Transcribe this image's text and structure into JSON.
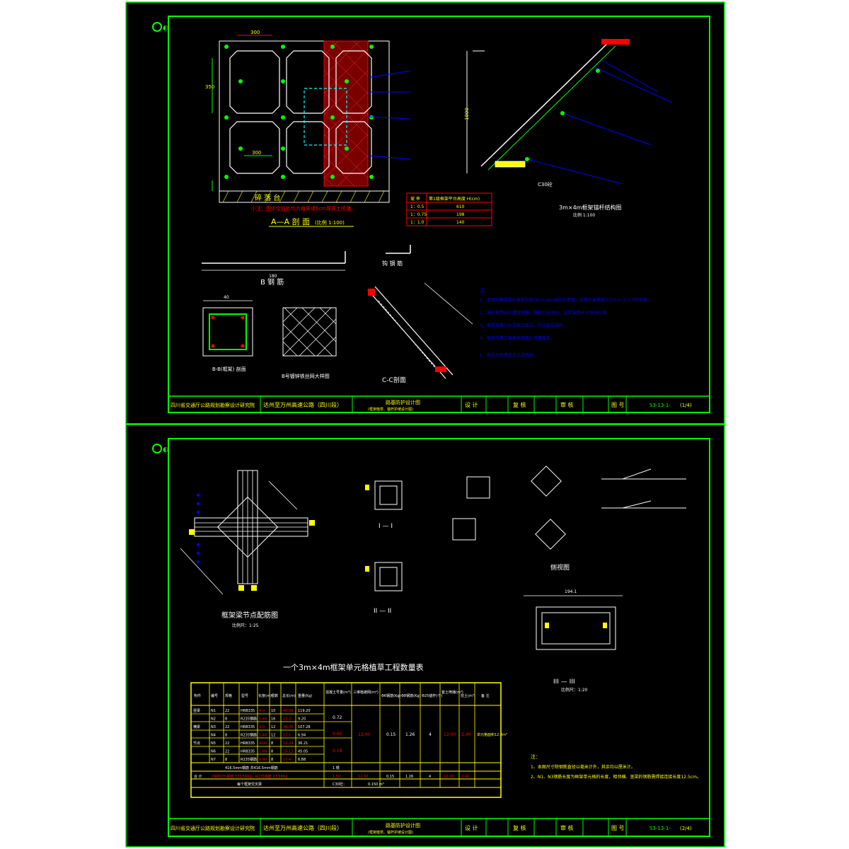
{
  "sheets": [
    {
      "title_block": {
        "org": "四川省交通厅公路规划勘察设计研究院",
        "project": "达州至万州高速公路（四川段）",
        "drawing_title": "路基防护设计图",
        "drawing_subtitle": "(框架植草、锚杆护坡设计图)",
        "design_label": "设 计",
        "review_label": "复 核",
        "audit_label": "审 核",
        "drawing_no_label": "图 号",
        "drawing_no": "S3-13-1-",
        "page": "(1/4)"
      },
      "labels": {
        "section_aa": "A—A 剖 面",
        "section_aa_scale": "(比例 1:100)",
        "b_rebar": "B 钢 筋",
        "hook_rebar": "钩 钢 筋",
        "mesh_detail": "B号镀锌铁丝网大样图",
        "section_bb": "B-B(框架) 剖面",
        "section_cc": "C-C剖面",
        "cross_section": "3m×4m框架锚杆结构图",
        "cross_scale": "比例 1:100",
        "platform": "碎 落 台",
        "dim_300": "300",
        "dim_350": "350",
        "dim_1000": "1000",
        "dim_180": "180",
        "dim_40": "40",
        "note_red": "小注：图中空白处均为植草或6cm厚客土喷播。",
        "c30": "C30砼",
        "table_header": [
          "坡 率",
          "第1级框架平台高度 H(cm)"
        ]
      },
      "slope_table": [
        [
          "1：0.5",
          "610"
        ],
        [
          "1：0.75",
          "198"
        ],
        [
          "1：1.0",
          "140"
        ]
      ],
      "notes": [
        "注：",
        "1、本图为框架锚杆植草防护(3m×4m)结构示意图，适用于坡率缓于1:0.5~1:1.0的坡面。",
        "2、锚杆采用Φ25螺纹钢筋，锚杆孔径Φ90，注浆采用M30水泥砂浆。",
        "3、框架采用C30混凝土现浇，节点处设锚杆。",
        "4、植草采用三维植被网客土喷播植草。",
        "5、其余未尽事宜详见说明书。"
      ]
    },
    {
      "title_block": {
        "org": "四川省交通厅公路规划勘察设计研究院",
        "project": "达州至万州高速公路（四川段）",
        "drawing_title": "路基防护设计图",
        "drawing_subtitle": "(框架植草、锚杆护坡设计图)",
        "design_label": "设 计",
        "review_label": "复 核",
        "audit_label": "审 核",
        "drawing_no_label": "图 号",
        "drawing_no": "S3-13-1-",
        "page": "(2/4)"
      },
      "labels": {
        "node_rebar": "框架梁节点配筋图",
        "node_scale": "比例尺：1:25",
        "sec_1": "I — I",
        "sec_2": "II — II",
        "sec_3": "III — III",
        "sec_3_scale": "比例尺：1:20",
        "side_view": "侧视图",
        "qty_table_title": "一个3m×4m框架单元格植草工程数量表",
        "dim_194": "194.1"
      },
      "qty_table": {
        "headers": [
          "构件",
          "编号",
          "规格",
          "型号",
          "长度(m)",
          "根数",
          "总长(m)",
          "重量(Kg)",
          "混凝土号量(m³)",
          "三维植被网(m²)",
          "Φ6钢筋(Kg)",
          "Φ8钢筋(Kg)",
          "Φ25锚杆(个)",
          "客土喷播(m²)",
          "挖土(m³)",
          "备 注"
        ],
        "rows": [
          [
            "竖梁",
            "N1",
            "22",
            "HRB335",
            "4.0",
            "10",
            "40.00",
            "119.20"
          ],
          [
            "",
            "N2",
            "8",
            "R235钢筋",
            "1.46",
            "16",
            "23.3",
            "9.20"
          ],
          [
            "横梁",
            "N3",
            "22",
            "HRB335",
            "3.0",
            "12",
            "36.00",
            "107.28"
          ],
          [
            "",
            "N4",
            "8",
            "R235钢筋",
            "1.46",
            "12",
            "17.5",
            "6.94"
          ],
          [
            "节点",
            "N5",
            "22",
            "HRB335",
            "4.00",
            "8",
            "12.24",
            "36.21"
          ],
          [
            "",
            "N6",
            "22",
            "HRB335",
            "1.89",
            "8",
            "15.12",
            "45.05"
          ],
          [
            "",
            "N7",
            "8",
            "R235钢筋",
            "0.90",
            "8",
            "17.4",
            "6.88"
          ]
        ],
        "merged": [
          "0.72",
          "0.60",
          "0.18",
          "12.00",
          "0.15",
          "1.26",
          "4",
          "12.00",
          "2.40"
        ],
        "remark": "单元格面积12.0m²",
        "total_label": "合 计",
        "total_line": "HRB335钢筋 373.56Kg，R235钢筋 23.58Kg",
        "total_vals": [
          "1.50",
          "12.00",
          "0.15",
          "1.26",
          "4",
          "12.00",
          "2.40"
        ],
        "sum_row_1": "416.5mm钢筋 共416.5mm钢筋",
        "sum_row_1_b": "1 根",
        "sum_row_2": "每个框架交叉梁",
        "sum_row_2_b": "C30砼：",
        "sum_row_2_c": "0.150 m³"
      },
      "notes": [
        "注：",
        "1、本图尺寸除钢筋直径以毫米计外，其余均以厘米计。",
        "2、N1、N3钢筋长度为框架单元格的长度，相邻横、竖梁的钢筋需焊接连接长度12.5cm。"
      ]
    }
  ],
  "colors": {
    "background": "#000000",
    "frame": "#00ff00",
    "text_primary": "#ffff00",
    "text_blue": "#0000ff",
    "dim_cyan": "#00ffff",
    "accent_red": "#ff0000",
    "line_white": "#ffffff",
    "line_magenta": "#ff00ff"
  }
}
